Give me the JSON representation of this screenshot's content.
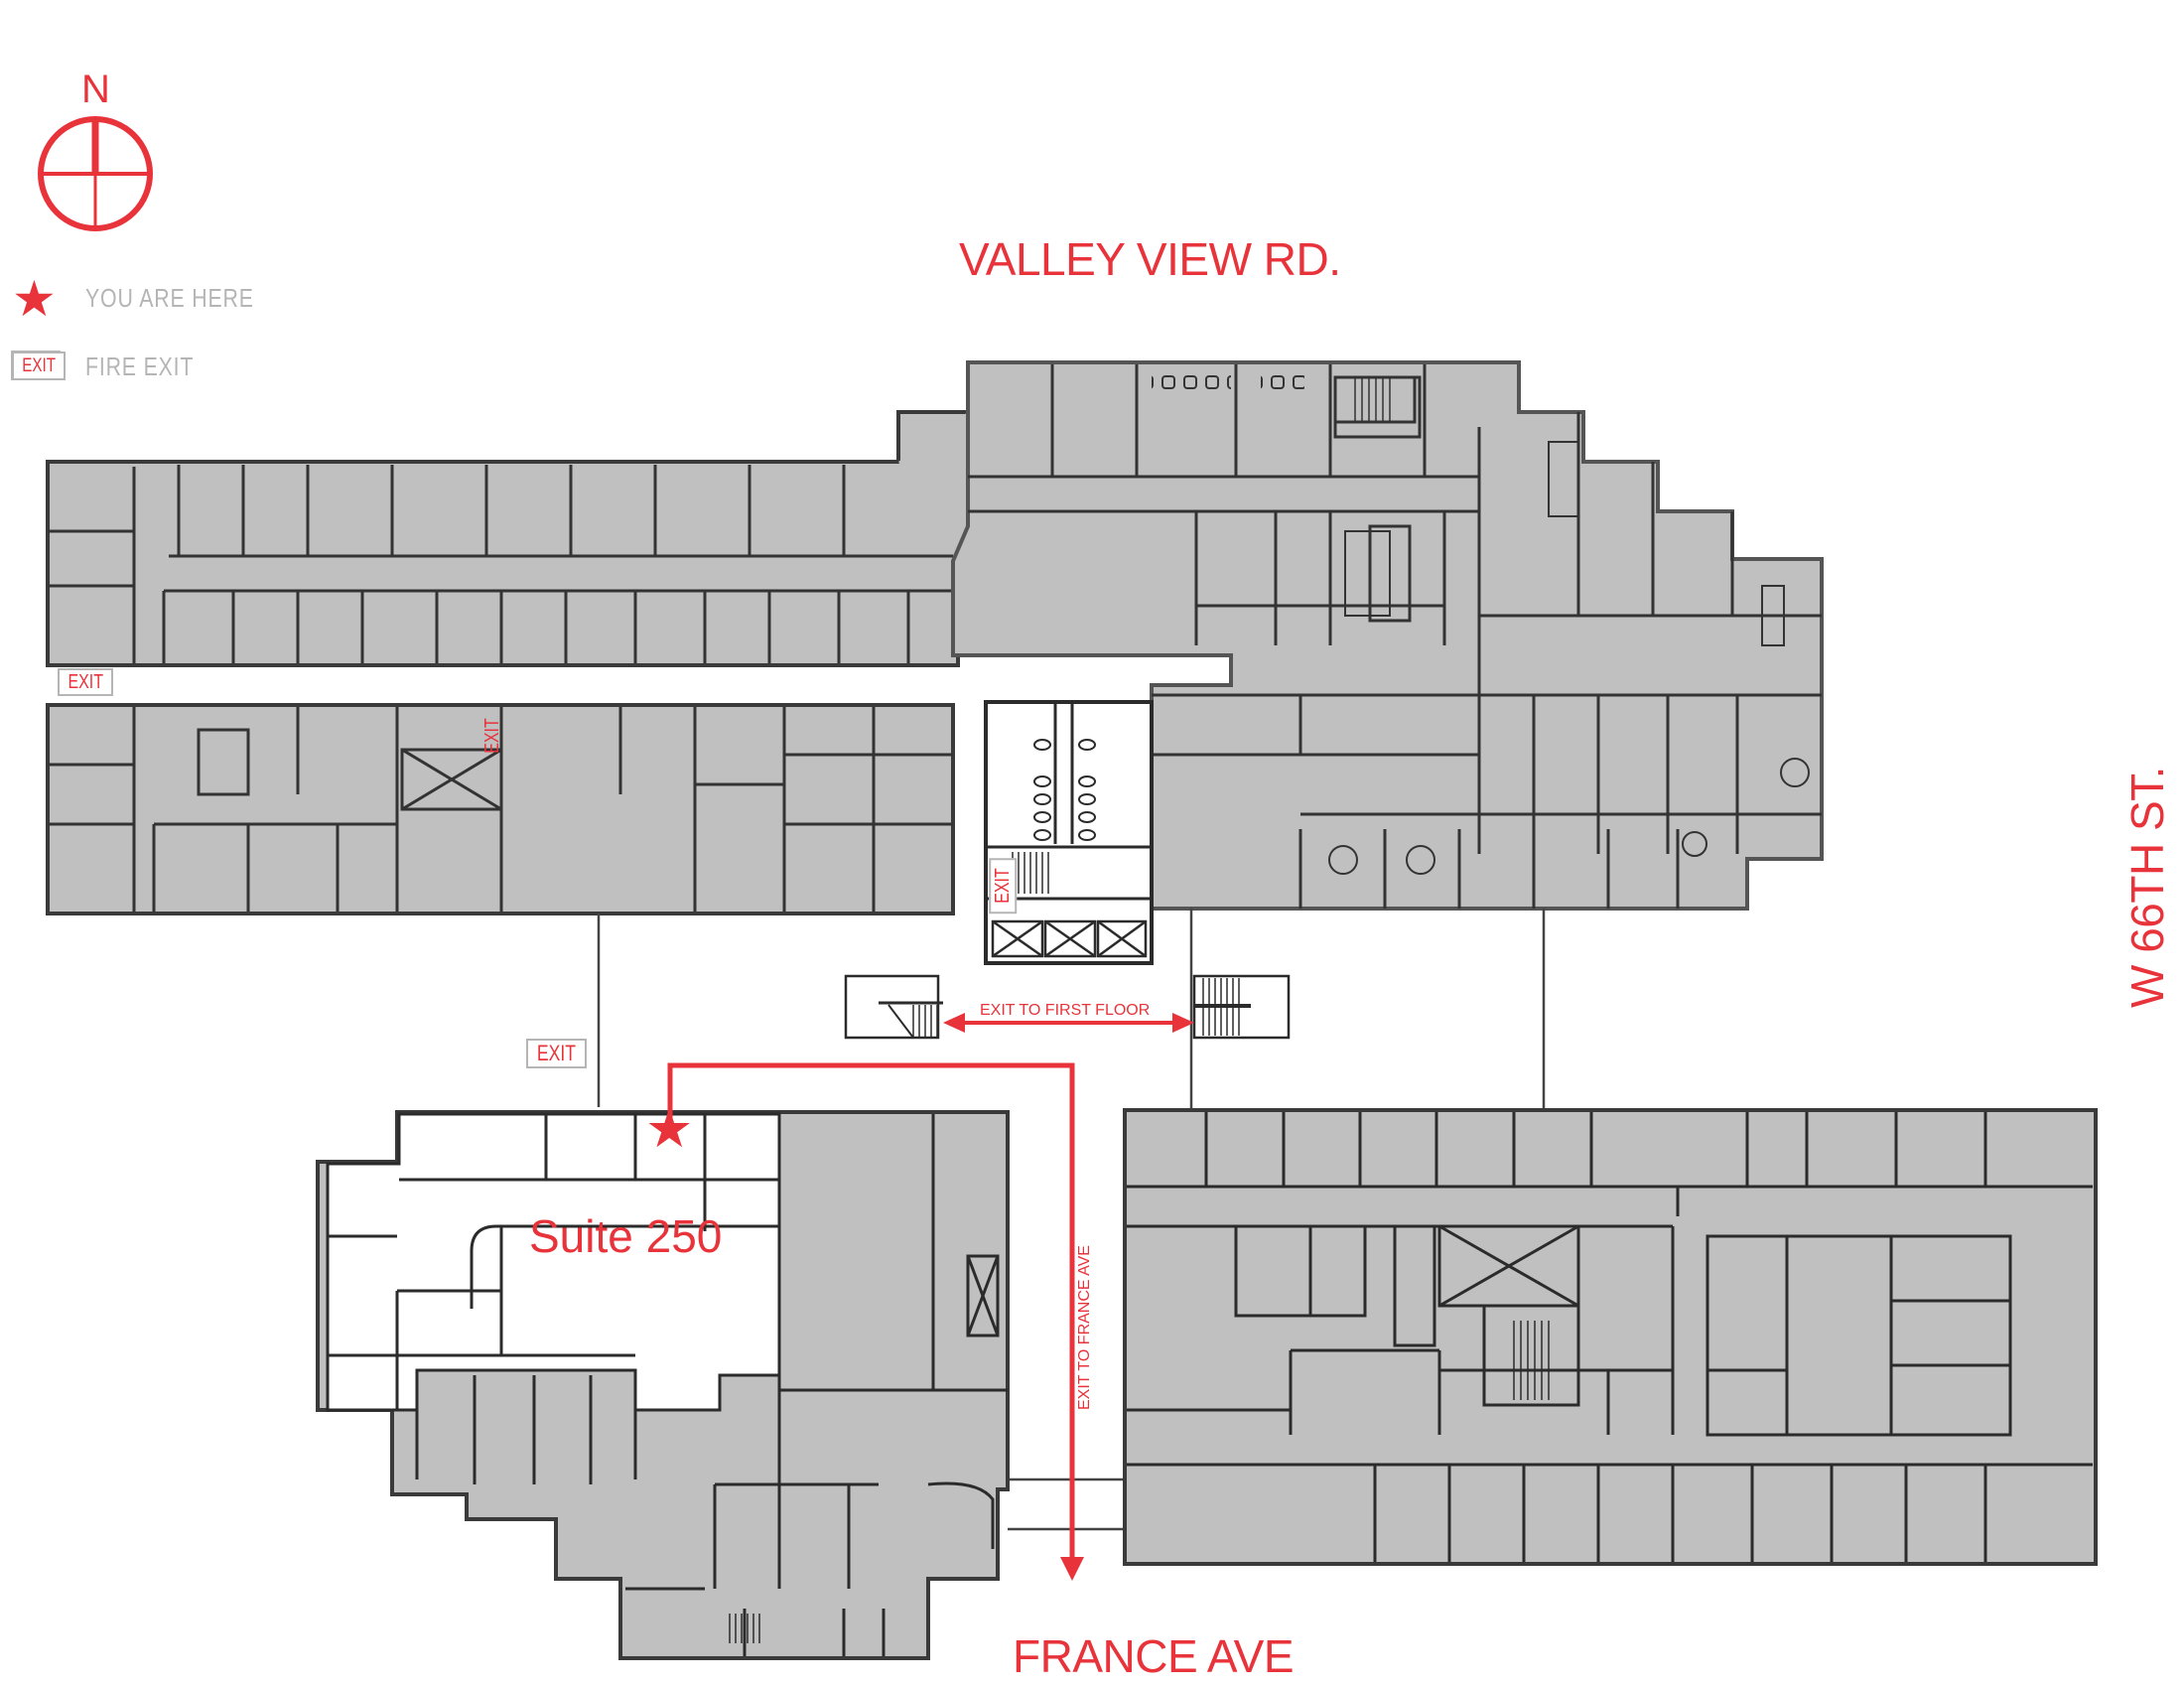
{
  "map": {
    "streets": {
      "north": "VALLEY VIEW RD.",
      "east": "W 66TH ST.",
      "south": "FRANCE AVE"
    },
    "compass": {
      "label": "N",
      "icon": "north-arrow-compass-icon"
    },
    "legend": {
      "items": [
        {
          "icon": "star-icon",
          "glyph": "★",
          "label": "YOU ARE HERE"
        },
        {
          "icon": "exit-sign-icon",
          "glyph": "EXIT",
          "label": "FIRE EXIT"
        }
      ]
    },
    "labels": {
      "suite": "Suite 250",
      "exit_first_floor": "EXIT TO FIRST FLOOR",
      "exit_france_ave": "EXIT TO FRANCE AVE"
    },
    "exit_signs": [
      {
        "id": "west-corridor-exit",
        "text": "EXIT",
        "orientation": "horizontal"
      },
      {
        "id": "upper-left-stair-exit",
        "text": "EXIT",
        "orientation": "vertical"
      },
      {
        "id": "core-stair-exit",
        "text": "EXIT",
        "orientation": "vertical"
      },
      {
        "id": "skyway-exit",
        "text": "EXIT",
        "orientation": "horizontal"
      }
    ],
    "you_are_here": {
      "glyph": "★"
    },
    "colors": {
      "accent_red": "#e8333b",
      "floor_fill": "#c0c0c0",
      "wall": "#2b2b2b",
      "legend_gray": "#b5b5b5"
    }
  }
}
